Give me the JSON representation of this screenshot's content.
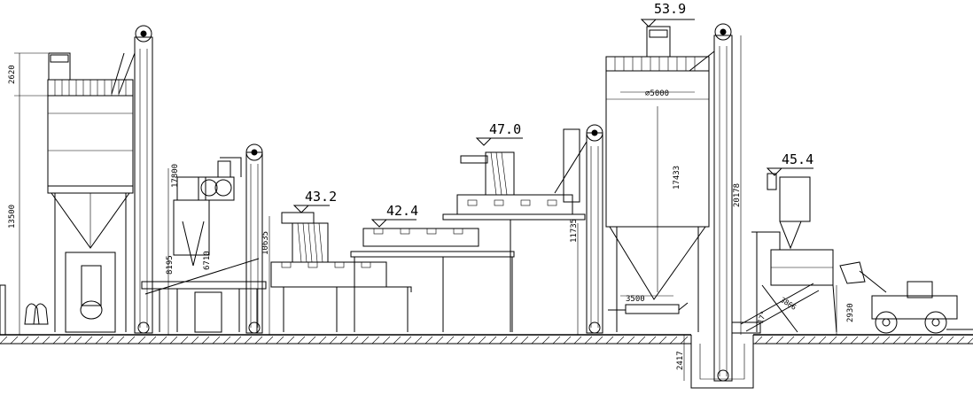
{
  "level_labels": {
    "dryer_feed": "43.2",
    "screen_section": "42.4",
    "upper_conveyor": "47.0",
    "main_silo_top": "53.9",
    "loader_hopper": "45.4"
  },
  "dimensions": {
    "d2620": "2620",
    "d13500": "13500",
    "d17800": "17800",
    "d10635": "10635",
    "d8195": "8195",
    "d6710": "6710",
    "d11735": "11735",
    "d5000": "⌀5000",
    "d17433": "17433",
    "d20178": "20178",
    "d3500": "3500",
    "d2417": "2417",
    "d2930": "2930",
    "d3866": "3866",
    "d17deg": "17°"
  }
}
